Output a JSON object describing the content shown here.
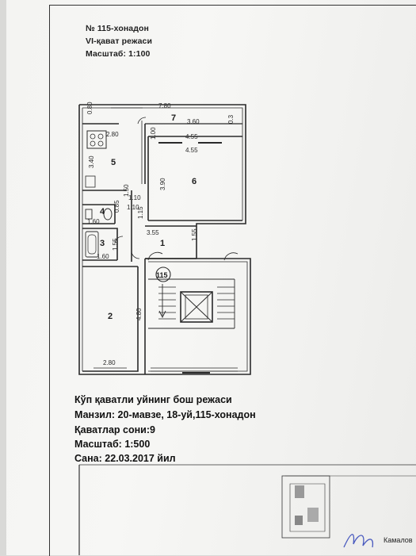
{
  "header": {
    "apartment": "№ 115-хонадон",
    "floor_plan": "VI-қават режаси",
    "scale": "Масштаб: 1:100"
  },
  "plan": {
    "rooms": [
      "1",
      "2",
      "3",
      "4",
      "5",
      "6",
      "7"
    ],
    "apartment_circle": "115",
    "dimensions": {
      "d780": "7.80",
      "d080": "0.80",
      "d360": "3.60",
      "d03": "0.3",
      "d280_top": "2.80",
      "d100": "1.00",
      "d455_a": "4.55",
      "d455_b": "4.55",
      "d340": "3.40",
      "d390": "3.90",
      "d150_a": "1.50",
      "d110_a": "1.10",
      "d110_b": "1.10",
      "d085": "0.85",
      "d115": "1.15",
      "d160_a": "1.60",
      "d355": "3.55",
      "d155_a": "1.55",
      "d155_b": "1.55",
      "d160_b": "1.60",
      "d480": "4.80",
      "d280_bot": "2.80"
    }
  },
  "info": {
    "title": "Кўп қаватли уйнинг бош режаси",
    "address": "Манзил: 20-мавзе, 18-уй,115-хонадон",
    "floors": "Қаватлар сони:9",
    "scale": "Масштаб:  1:500",
    "date": "Сана: 22.03.2017 йил"
  },
  "signature_name": "Камалов",
  "colors": {
    "ink": "#2a2a2a",
    "paper": "#f5f5f3",
    "background": "#d9d9d7"
  }
}
